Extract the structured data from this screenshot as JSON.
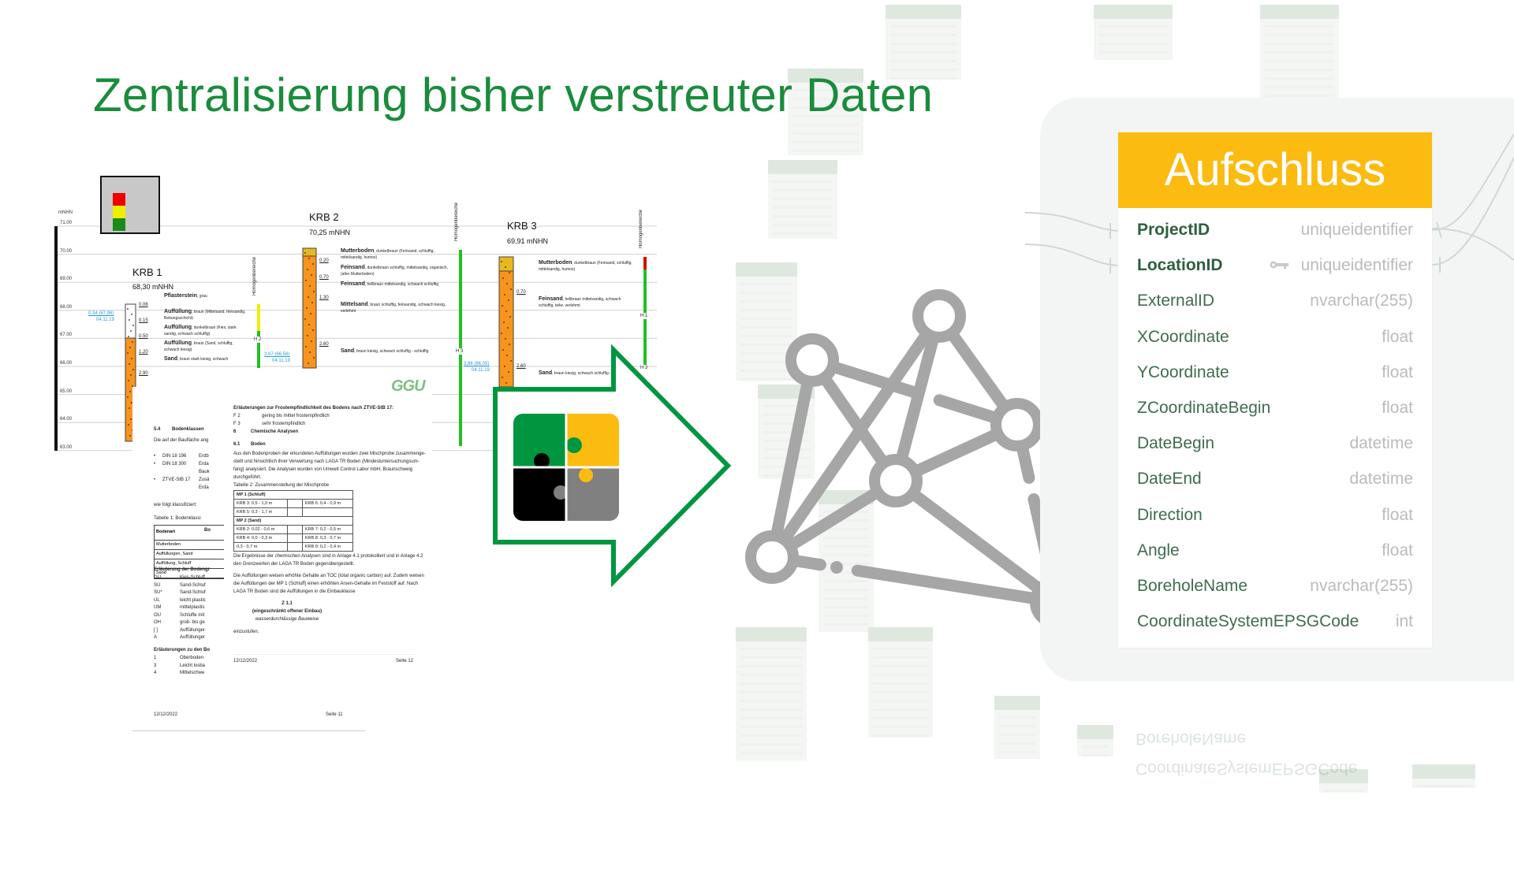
{
  "slide": {
    "title": "Zentralisierung bisher verstreuter Daten",
    "colors": {
      "title_green": "#1a8c3c",
      "table_header": "#fbbb10",
      "network_gray": "#a6a6a6",
      "arrow_green": "#009640"
    }
  },
  "borehole_log": {
    "axis_unit": "mNHN",
    "axis_ticks": [
      "71.00",
      "70.00",
      "69.00",
      "68.00",
      "67.00",
      "66.00",
      "65.00",
      "64.00",
      "63.00"
    ],
    "homogen_label": "Homogenbereiche",
    "boreholes": [
      {
        "name": "KRB 1",
        "elevation": "68,30 mNHN",
        "water": "0,34 (67,96)",
        "water_date": "04.11.19",
        "layers": [
          {
            "title": "Pflasterstein",
            "desc": ", grau"
          },
          {
            "title": "Auffüllung",
            "desc": ", braun (Mittelsand, feinsandig, Bettungsschicht)"
          },
          {
            "title": "Auffüllung",
            "desc": ", dunkelbraun (Kies, stark sandig, schwach schluffig)"
          },
          {
            "title": "Auffüllung",
            "desc": ", braun (Sand, schluffig, schwach kiesig)"
          },
          {
            "title": "Sand",
            "desc": ", braun stark kiesig, schwach"
          }
        ],
        "depths": [
          "0.06",
          "0.15",
          "0.50",
          "1.20",
          "2.90"
        ],
        "homogen": "H 2"
      },
      {
        "name": "KRB 2",
        "elevation": "70,25 mNHN",
        "water": "3,67 (66,58)",
        "water_date": "04.11.19",
        "layers": [
          {
            "title": "Mutterboden",
            "desc": ", dunkelbraun (Feinsand, schluffig, mittelsandig, humos)"
          },
          {
            "title": "Feinsand",
            "desc": ", dunkelbraun schluffig, mittelsandig, organisch, (alter Mutterboden)"
          },
          {
            "title": "Feinsand",
            "desc": ", hellbraun mittelsandig, schwach schluffig"
          },
          {
            "title": "Mittelsand",
            "desc": ", braun schluffig, feinsandig, schwach kiesig, verlehmt"
          },
          {
            "title": "Sand",
            "desc": ", braun kiesig, schwach schluffig - schluffig"
          }
        ],
        "depths": [
          "0.20",
          "0.70",
          "1.30",
          "2.60"
        ],
        "homogen": "H 3"
      },
      {
        "name": "KRB 3",
        "elevation": "69,91 mNHN",
        "water": "3,86 (66,05)",
        "water_date": "04.11.19",
        "layers": [
          {
            "title": "Mutterboden",
            "desc": ", dunkelbraun (Feinsand, schluffig, mittelsandig, humos)"
          },
          {
            "title": "Feinsand",
            "desc": ", hellbraun mittelsandig, schwach schluffig, teilw. verlehmt"
          },
          {
            "title": "Sand",
            "desc": ", braun kiesig, schwach schluffig - schluffig"
          }
        ],
        "depths": [
          "0.70",
          "2.60"
        ],
        "homogen": "H 1",
        "homogen2": "H 3"
      }
    ]
  },
  "document_back": {
    "section": "5.4",
    "section_title": "Bodenklassen",
    "intro": "Die auf der Baufläche ang",
    "norms": [
      [
        "DIN 18 196",
        "Erdb"
      ],
      [
        "DIN 18 300",
        "Erda"
      ],
      [
        "",
        "Bauk"
      ],
      [
        "ZTVE-StB 17",
        "Zusä"
      ],
      [
        "",
        "Erda"
      ]
    ],
    "classified": "wie folgt klassifiziert:",
    "table_caption": "Tabelle 1:      Bodenklassi",
    "table_header": [
      "Bodenart",
      "Bo"
    ],
    "table_rows": [
      "Mutterboden",
      "Auffüllungen, Sand",
      "Auffüllung, Schluff",
      "Sand"
    ],
    "legend_title": "Erläuterung der Bodengr",
    "legend": [
      [
        "GU",
        "Kies-Schluff"
      ],
      [
        "SU",
        "Sand-Schluf"
      ],
      [
        "SU*",
        "Sand-Schluf"
      ],
      [
        "UL",
        "leicht plastis"
      ],
      [
        "UM",
        "mittelplastis"
      ],
      [
        "OU",
        "Schluffe mit"
      ],
      [
        "OH",
        "grob- bis ge"
      ],
      [
        "[ ]",
        "Auffüllunger"
      ],
      [
        "A",
        "Auffüllunger"
      ]
    ],
    "legend2_title": "Erläuterungen zu den Bo",
    "legend2": [
      [
        "1",
        "Oberboden"
      ],
      [
        "3",
        "Leicht losba"
      ],
      [
        "4",
        "Mittelschwe"
      ]
    ],
    "footer_date": "12/12/2022",
    "footer_page": "Seite 11"
  },
  "document_front": {
    "logo": "GGU",
    "frost_title": "Erläuterungen zur Frostempfindlichkeit des Bodens nach ZTVE-StB 17:",
    "frost": [
      [
        "F 2",
        "gering bis mittel frostempfindlich"
      ],
      [
        "F 3",
        "sehr frostempfindlich"
      ]
    ],
    "section": "6",
    "section_title": "Chemische Analysen",
    "subsection": "6.1",
    "subsection_title": "Boden",
    "paragraph1": [
      "Aus den Bodenproben der erkundeten Auffüllungen wurden zwei Mischprobe zusammenge-",
      "stellt und hinsichtlich ihrer Verwertung nach LAGA TR Boden (Mindestuntersuchungsum-",
      "fang) analysiert. Die Analysen wurden von Umwelt Control Labor mbH, Braunschweig",
      "durchgeführt."
    ],
    "table_caption": "Tabelle 2:      Zusammenstellung der Mischprobe",
    "mp1_title": "MP 1 (Schluff)",
    "mp1_rows": [
      [
        "KRB 3:   0,5 - 1,0 m",
        "KRB 6:   0,4 - 0,9 m"
      ],
      [
        "KRB 5:   0,3 - 1,7 m",
        ""
      ]
    ],
    "mp2_title": "MP 2 (Sand)",
    "mp2_rows": [
      [
        "KRB 2:   0,02 - 0,6 m",
        "KRB 7:   0,2 - 0,5 m"
      ],
      [
        "KRB 4:   0,0 - 0,3 m",
        "KRB 8:   0,3 - 0,7 m"
      ],
      [
        "0,3 - 0,7 m",
        "KRB 9:   0,2 - 0,4 m"
      ]
    ],
    "paragraph2": [
      "Die Ergebnisse der chemischen Analysen sind in Anlage 4.1 protokolliert und in Anlage 4.2",
      "den Grenzwerten der LAGA TR Boden gegenübergestellt."
    ],
    "paragraph3": [
      "Die Auffüllungen weisen erhöhte Gehalte an TOC (total organic carbon) auf. Zudem weisen",
      "die Auffüllungen der MP 1 (Schluff) einen erhöhten Arsen-Gehalte im Feststoff auf. Nach",
      "LAGA TR Boden sind die Auffüllungen in die Einbauklasse"
    ],
    "class": "Z 1.1",
    "class_sub": "(eingeschränkt offener Einbau)",
    "class_sub2": "wasserdurchlässige Bauweise",
    "closing": "einzustufen.",
    "footer_date": "12/12/2022",
    "footer_page": "Seite 12"
  },
  "table_card": {
    "title": "Aufschluss",
    "fields": [
      {
        "name": "ProjectID",
        "type": "uniqueidentifier",
        "bold": true,
        "key": false
      },
      {
        "name": "LocationID",
        "type": "uniqueidentifier",
        "bold": true,
        "key": true
      },
      {
        "name": "ExternalID",
        "type": "nvarchar(255)",
        "bold": false,
        "key": false
      },
      {
        "name": "XCoordinate",
        "type": "float",
        "bold": false,
        "key": false
      },
      {
        "name": "YCoordinate",
        "type": "float",
        "bold": false,
        "key": false
      },
      {
        "name": "ZCoordinateBegin",
        "type": "float",
        "bold": false,
        "key": false
      },
      {
        "name": "DateBegin",
        "type": "datetime",
        "bold": false,
        "key": false
      },
      {
        "name": "DateEnd",
        "type": "datetime",
        "bold": false,
        "key": false
      },
      {
        "name": "Direction",
        "type": "float",
        "bold": false,
        "key": false
      },
      {
        "name": "Angle",
        "type": "float",
        "bold": false,
        "key": false
      },
      {
        "name": "BoreholeName",
        "type": "nvarchar(255)",
        "bold": false,
        "key": false
      },
      {
        "name": "CoordinateSystemEPSGCode",
        "type": "int",
        "bold": false,
        "key": false
      }
    ]
  },
  "icons": {
    "puzzle": "puzzle-icon",
    "network": "network-graph-icon",
    "arrow": "arrow-right-icon",
    "key": "key-icon",
    "legend": "borehole-legend-icon"
  }
}
